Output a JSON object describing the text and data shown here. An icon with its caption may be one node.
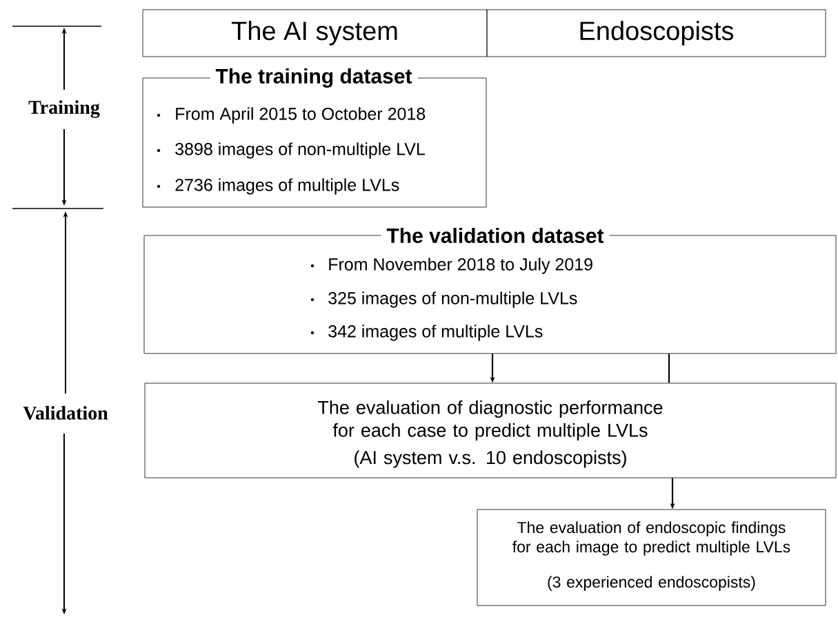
{
  "diagram": {
    "nodes": [
      {
        "text": [
          "The AI system"
        ]
      },
      {
        "text": [
          "Endoscopists"
        ]
      },
      {
        "text": [
          "The training dataset",
          "From April 2015 to October 2018",
          "3898 images of non-multiple LVL",
          "2736 images of multiple LVLs"
        ]
      },
      {
        "text": [
          "The validation dataset",
          "From November 2018 to July 2019",
          "325 images of non-multiple LVLs",
          "342 images of multiple LVLs"
        ]
      },
      {
        "text": [
          "The evaluation of diagnostic performance for each case to predict multiple LVLs",
          "(AI system v.s. 10 endoscopists)"
        ]
      },
      {
        "text": [
          "The evaluation of endoscopic findings for each image to predict multiple LVLs",
          "(3 experienced endoscopists)"
        ]
      }
    ],
    "edges": [
      {
        "from": 3,
        "to": 4,
        "arrow": "to"
      },
      {
        "from": 3,
        "to": 4,
        "arrow": "none"
      },
      {
        "from": 4,
        "to": 5,
        "arrow": "to"
      }
    ],
    "labels": [
      "Training",
      "Validation"
    ]
  }
}
